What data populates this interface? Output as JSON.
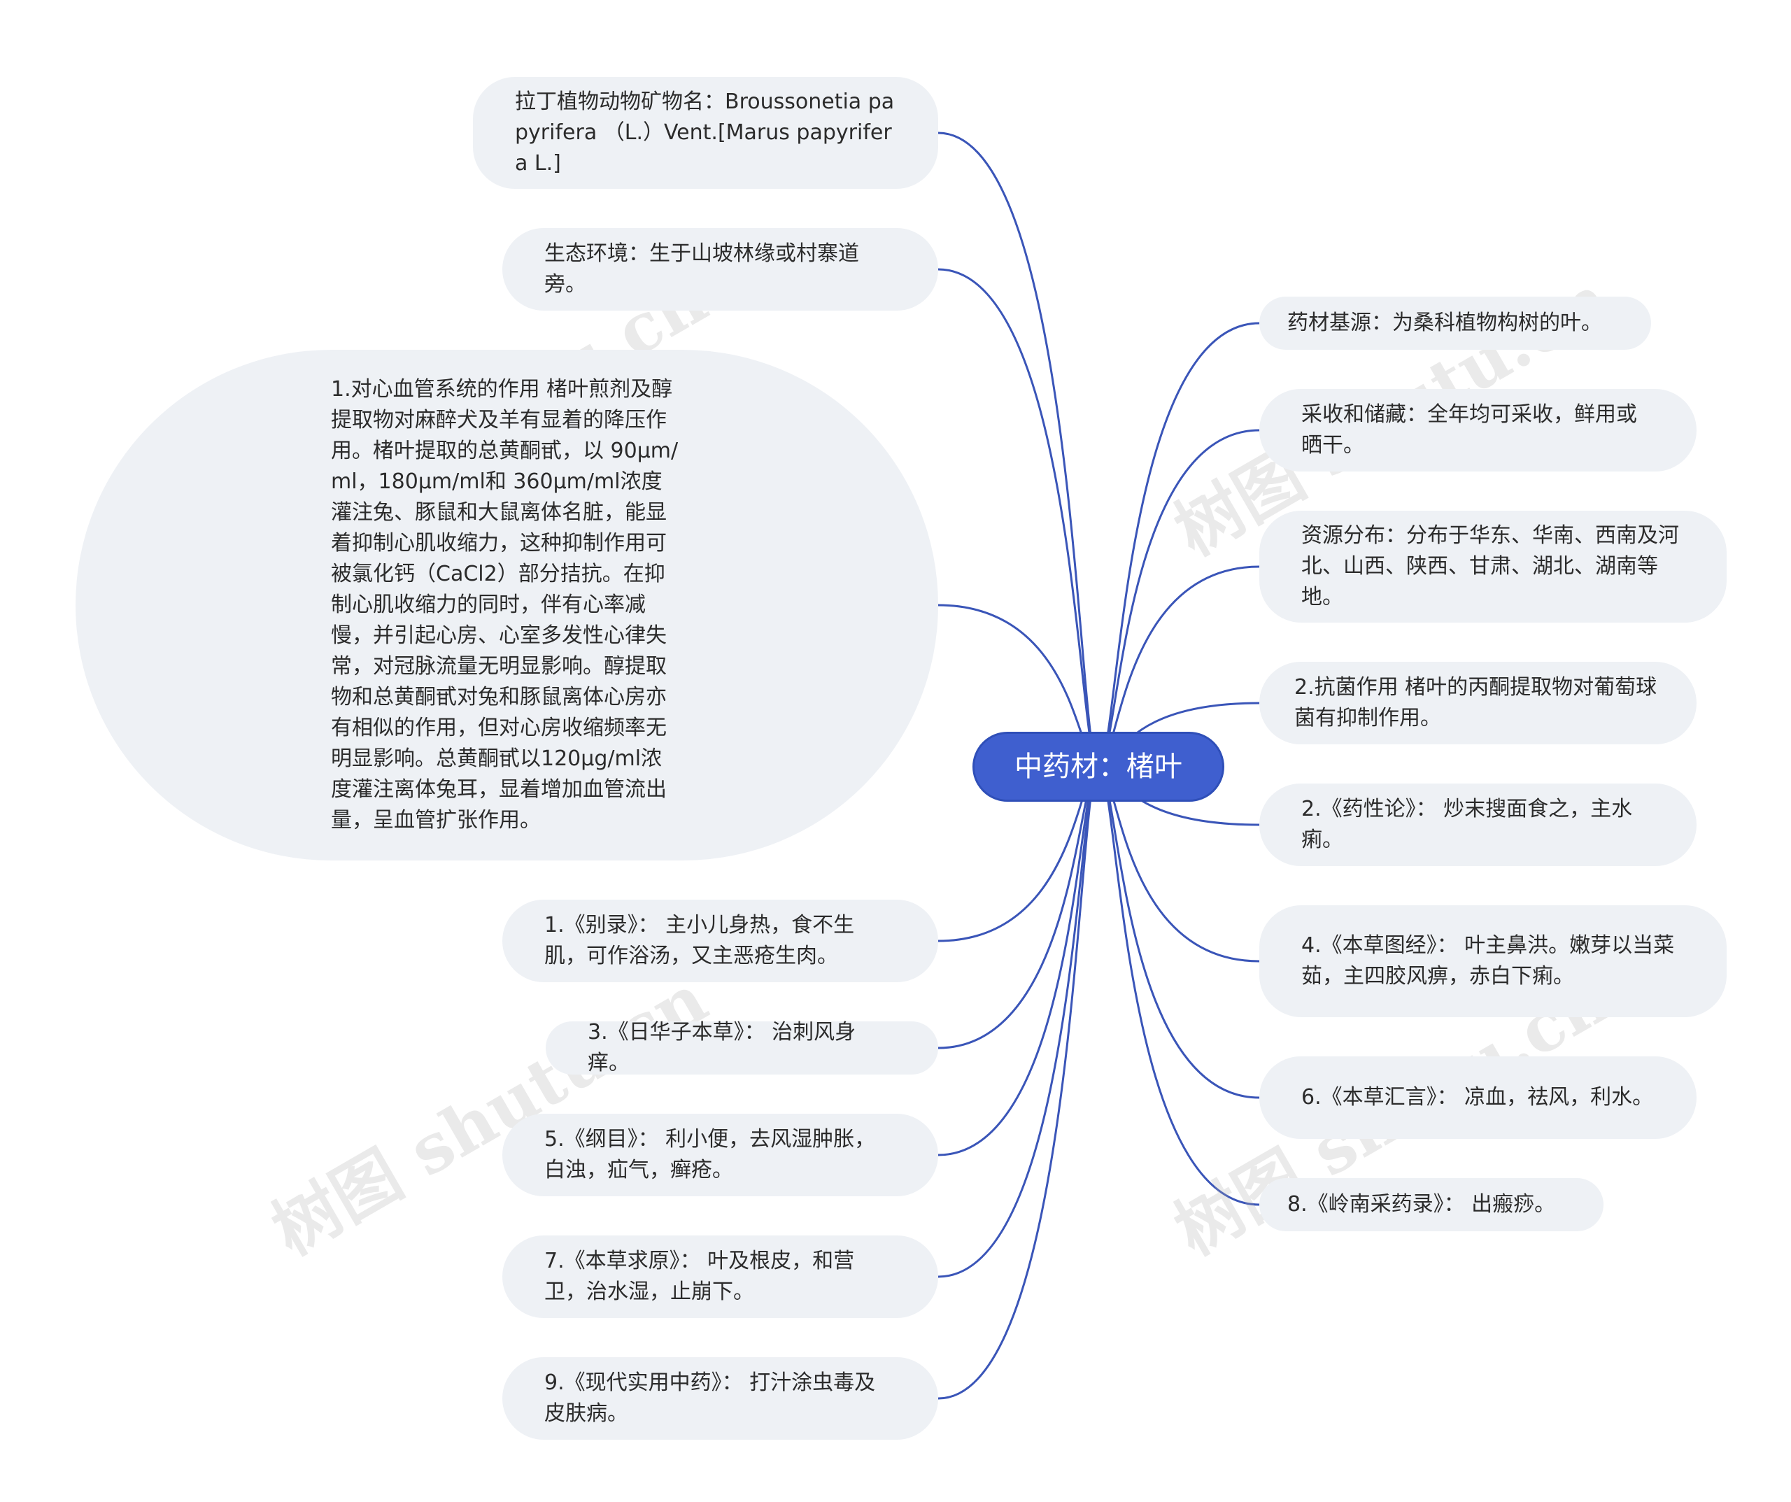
{
  "root": {
    "label": "中药材：楮叶"
  },
  "watermark": "树图 shutu.cn",
  "colors": {
    "link": "#3a55b8",
    "node_bg": "#eef1f5",
    "root_bg": "#3f5fcf"
  },
  "left_nodes": [
    {
      "text": "拉丁植物动物矿物名：Broussonetia papyrifera （L.）Vent.[Marus papyrifera L.]"
    },
    {
      "text": "生态环境：生于山坡林缘或村寨道旁。"
    },
    {
      "text": "1.对心血管系统的作用 楮叶煎剂及醇提取物对麻醉犬及羊有显着的降压作用。楮叶提取的总黄酮甙，以 90μm/ml，180μm/ml和 360μm/ml浓度灌注兔、豚鼠和大鼠离体名脏，能显着抑制心肌收缩力，这种抑制作用可被氯化钙（CaCl2）部分拮抗。在抑制心肌收缩力的同时，伴有心率减慢，并引起心房、心室多发性心律失常，对冠脉流量无明显影响。醇提取物和总黄酮甙对兔和豚鼠离体心房亦有相似的作用，但对心房收缩频率无明显影响。总黄酮甙以120μg/ml浓度灌注离体兔耳，显着增加血管流出量，呈血管扩张作用。"
    },
    {
      "text": "1.《别录》： 主小儿身热，食不生肌，可作浴汤，又主恶疮生肉。"
    },
    {
      "text": "3.《日华子本草》： 治刺风身痒。"
    },
    {
      "text": "5.《纲目》： 利小便，去风湿肿胀，白浊，疝气，癣疮。"
    },
    {
      "text": "7.《本草求原》： 叶及根皮，和营卫，治水湿，止崩下。"
    },
    {
      "text": "9.《现代实用中药》： 打汁涂虫毒及皮肤病。"
    }
  ],
  "right_nodes": [
    {
      "text": "药材基源：为桑科植物构树的叶。"
    },
    {
      "text": "采收和储藏：全年均可采收，鲜用或晒干。"
    },
    {
      "text": "资源分布：分布于华东、华南、西南及河北、山西、陕西、甘肃、湖北、湖南等地。"
    },
    {
      "text": "2.抗菌作用 楮叶的丙酮提取物对葡萄球菌有抑制作用。"
    },
    {
      "text": "2.《药性论》： 炒末搜面食之，主水痢。"
    },
    {
      "text": "4.《本草图经》： 叶主鼻洪。嫩芽以当菜茹，主四胶风痹，赤白下痢。"
    },
    {
      "text": "6.《本草汇言》： 凉血，祛风，利水。"
    },
    {
      "text": "8.《岭南采药录》： 出瘢痧。"
    }
  ]
}
